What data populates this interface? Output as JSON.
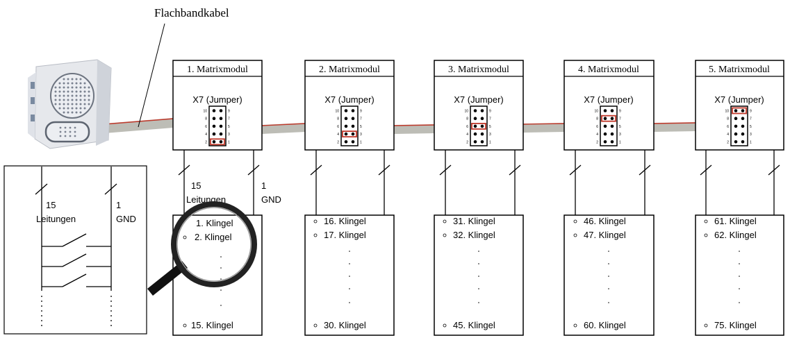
{
  "cable_label": "Flachbandkabel",
  "jumper_label": "X7 (Jumper)",
  "pin_labels": {
    "left": [
      "10",
      "8",
      "6",
      "4",
      "2"
    ],
    "right": [
      "9",
      "7",
      "5",
      "3",
      "1"
    ]
  },
  "modules": [
    {
      "title": "1. Matrixmodul",
      "jumper_pins": "1-2",
      "bells": [
        "1. Klingel",
        "2. Klingel",
        "15. Klingel"
      ]
    },
    {
      "title": "2. Matrixmodul",
      "jumper_pins": "3-4",
      "bells": [
        "16. Klingel",
        "17. Klingel",
        "30. Klingel"
      ]
    },
    {
      "title": "3. Matrixmodul",
      "jumper_pins": "5-6",
      "bells": [
        "31. Klingel",
        "32. Klingel",
        "45. Klingel"
      ]
    },
    {
      "title": "4. Matrixmodul",
      "jumper_pins": "7-8",
      "bells": [
        "46. Klingel",
        "47. Klingel",
        "60. Klingel"
      ]
    },
    {
      "title": "5. Matrixmodul",
      "jumper_pins": "9-10",
      "bells": [
        "61. Klingel",
        "62. Klingel",
        "75. Klingel"
      ]
    }
  ],
  "wire_labels": {
    "lines_count": "15",
    "lines_text": "Leitungen",
    "gnd_count": "1",
    "gnd_text": "GND"
  },
  "colors": {
    "line": "#000000",
    "cable": "#bdbdb6",
    "cable_stripe": "#c0392b",
    "jumper": "#c0392b"
  }
}
